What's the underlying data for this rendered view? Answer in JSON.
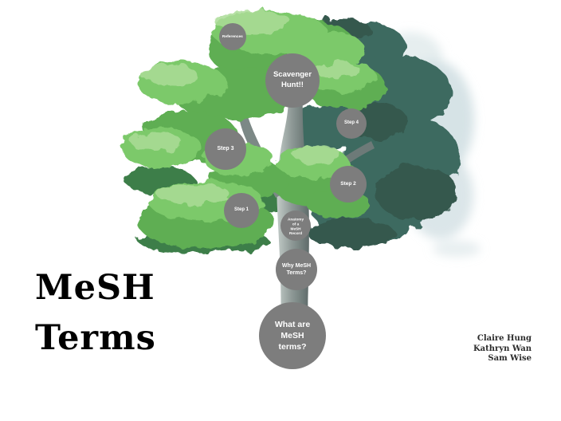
{
  "title": {
    "line1": "MeSH",
    "line2": "Terms"
  },
  "credits": {
    "names": [
      "Claire Hung",
      "Kathryn Wan",
      "Sam Wise"
    ]
  },
  "nodes": {
    "references": {
      "label": "References"
    },
    "scavenger_hunt": {
      "label": "Scavenger\nHunt!!"
    },
    "step4": {
      "label": "Step 4"
    },
    "step3": {
      "label": "Step 3"
    },
    "step2": {
      "label": "Step 2"
    },
    "step1": {
      "label": "Step 1"
    },
    "anatomy": {
      "label": "Anatomy\nof a MeSH\nRecord"
    },
    "why": {
      "label": "Why MeSH\nTerms?"
    },
    "what": {
      "label": "What are\nMeSH\nterms?"
    }
  },
  "colors": {
    "node_fill": "#7d7d7d",
    "node_text": "#ffffff",
    "foliage_bright": "#7cc96a",
    "foliage_mid": "#5fae52",
    "foliage_dark_teal": "#3e6b60",
    "trunk_gray": "#8f9a97",
    "title_text": "#000000",
    "credits_text": "#2b2b2b",
    "background": "#ffffff"
  },
  "illustration": {
    "name": "tree-with-topic-circles"
  }
}
